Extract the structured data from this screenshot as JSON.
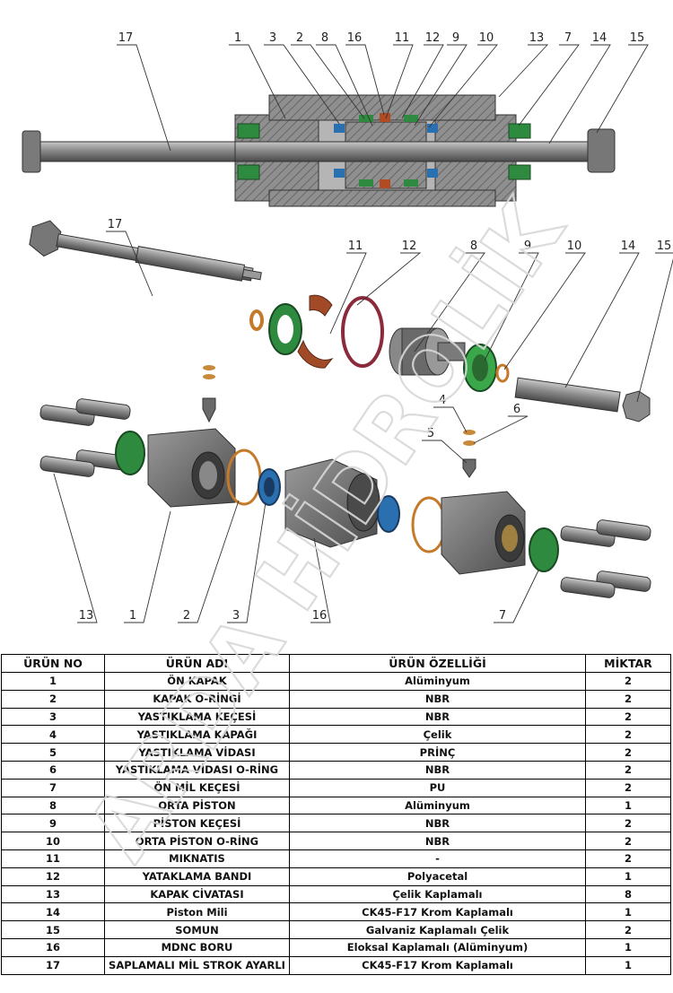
{
  "diagram": {
    "section_callouts": [
      "17",
      "1",
      "3",
      "2",
      "8",
      "16",
      "11",
      "12",
      "9",
      "10",
      "13",
      "7",
      "14",
      "15"
    ],
    "exploded_callouts": [
      "17",
      "11",
      "12",
      "8",
      "9",
      "10",
      "14",
      "15",
      "4",
      "6",
      "5",
      "13",
      "1",
      "2",
      "3",
      "16",
      "7"
    ]
  },
  "watermark": {
    "text": "ARDA HİDROLİK",
    "color": "#d8d8d8"
  },
  "table": {
    "headers": [
      "ÜRÜN NO",
      "ÜRÜN ADI",
      "ÜRÜN ÖZELLİĞİ",
      "MİKTAR"
    ],
    "rows": [
      [
        "1",
        "ÖN KAPAK",
        "Alüminyum",
        "2"
      ],
      [
        "2",
        "KAPAK O-RİNGİ",
        "NBR",
        "2"
      ],
      [
        "3",
        "YASTIKLAMA KEÇESİ",
        "NBR",
        "2"
      ],
      [
        "4",
        "YASTIKLAMA KAPAĞI",
        "Çelik",
        "2"
      ],
      [
        "5",
        "YASTIKLAMA VİDASI",
        "PRİNÇ",
        "2"
      ],
      [
        "6",
        "YASTIKLAMA VİDASI O-RİNG",
        "NBR",
        "2"
      ],
      [
        "7",
        "ÖN MİL KEÇESİ",
        "PU",
        "2"
      ],
      [
        "8",
        "ORTA PİSTON",
        "Alüminyum",
        "1"
      ],
      [
        "9",
        "PİSTON KEÇESİ",
        "NBR",
        "2"
      ],
      [
        "10",
        "ORTA PİSTON O-RİNG",
        "NBR",
        "2"
      ],
      [
        "11",
        "MIKNATIS",
        "-",
        "2"
      ],
      [
        "12",
        "YATAKLAMA BANDI",
        "Polyacetal",
        "1"
      ],
      [
        "13",
        "KAPAK CİVATASI",
        "Çelik Kaplamalı",
        "8"
      ],
      [
        "14",
        "Piston Mili",
        "CK45-F17 Krom Kaplamalı",
        "1"
      ],
      [
        "15",
        "SOMUN",
        "Galvaniz Kaplamalı Çelik",
        "2"
      ],
      [
        "16",
        "MDNC  BORU",
        "Eloksal Kaplamalı (Alüminyum)",
        "1"
      ],
      [
        "17",
        "SAPLAMALI MİL STROK AYARLI",
        "CK45-F17 Krom Kaplamalı",
        "1"
      ]
    ]
  }
}
